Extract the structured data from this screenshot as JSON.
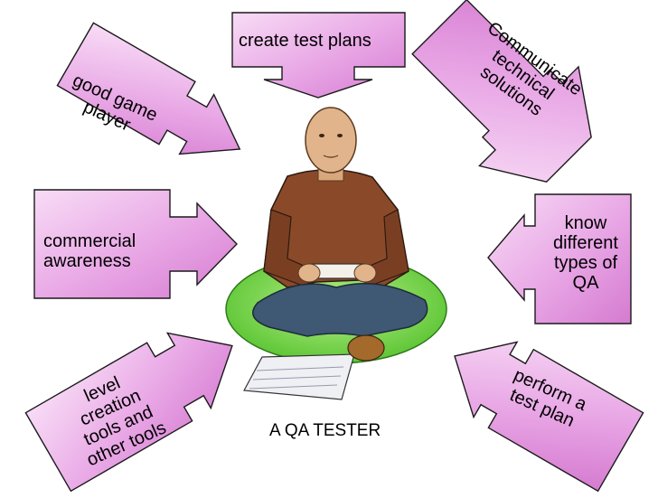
{
  "colors": {
    "arrow_light": "#f6d8f4",
    "arrow_mid": "#e9a9e6",
    "arrow_dark": "#d77ed2",
    "outline": "#1a1a1a",
    "cushion": "#7ed957",
    "sweater": "#8a4a2a",
    "pants": "#3f5873",
    "skin": "#e2b48c"
  },
  "center": {
    "caption": "A QA TESTER",
    "figure_icon": "person-with-game-controller"
  },
  "skills": {
    "test_plans": "create test plans",
    "game_player": [
      "good game",
      "player"
    ],
    "communicate": [
      "Communicate",
      "technical",
      "solutions"
    ],
    "commercial": [
      "commercial",
      "awareness"
    ],
    "qa_types": [
      "know",
      "different",
      "types of",
      "QA"
    ],
    "level_tools": [
      "level",
      "creation",
      "tools and",
      "other tools"
    ],
    "perform": [
      "perform a",
      "test plan"
    ]
  }
}
